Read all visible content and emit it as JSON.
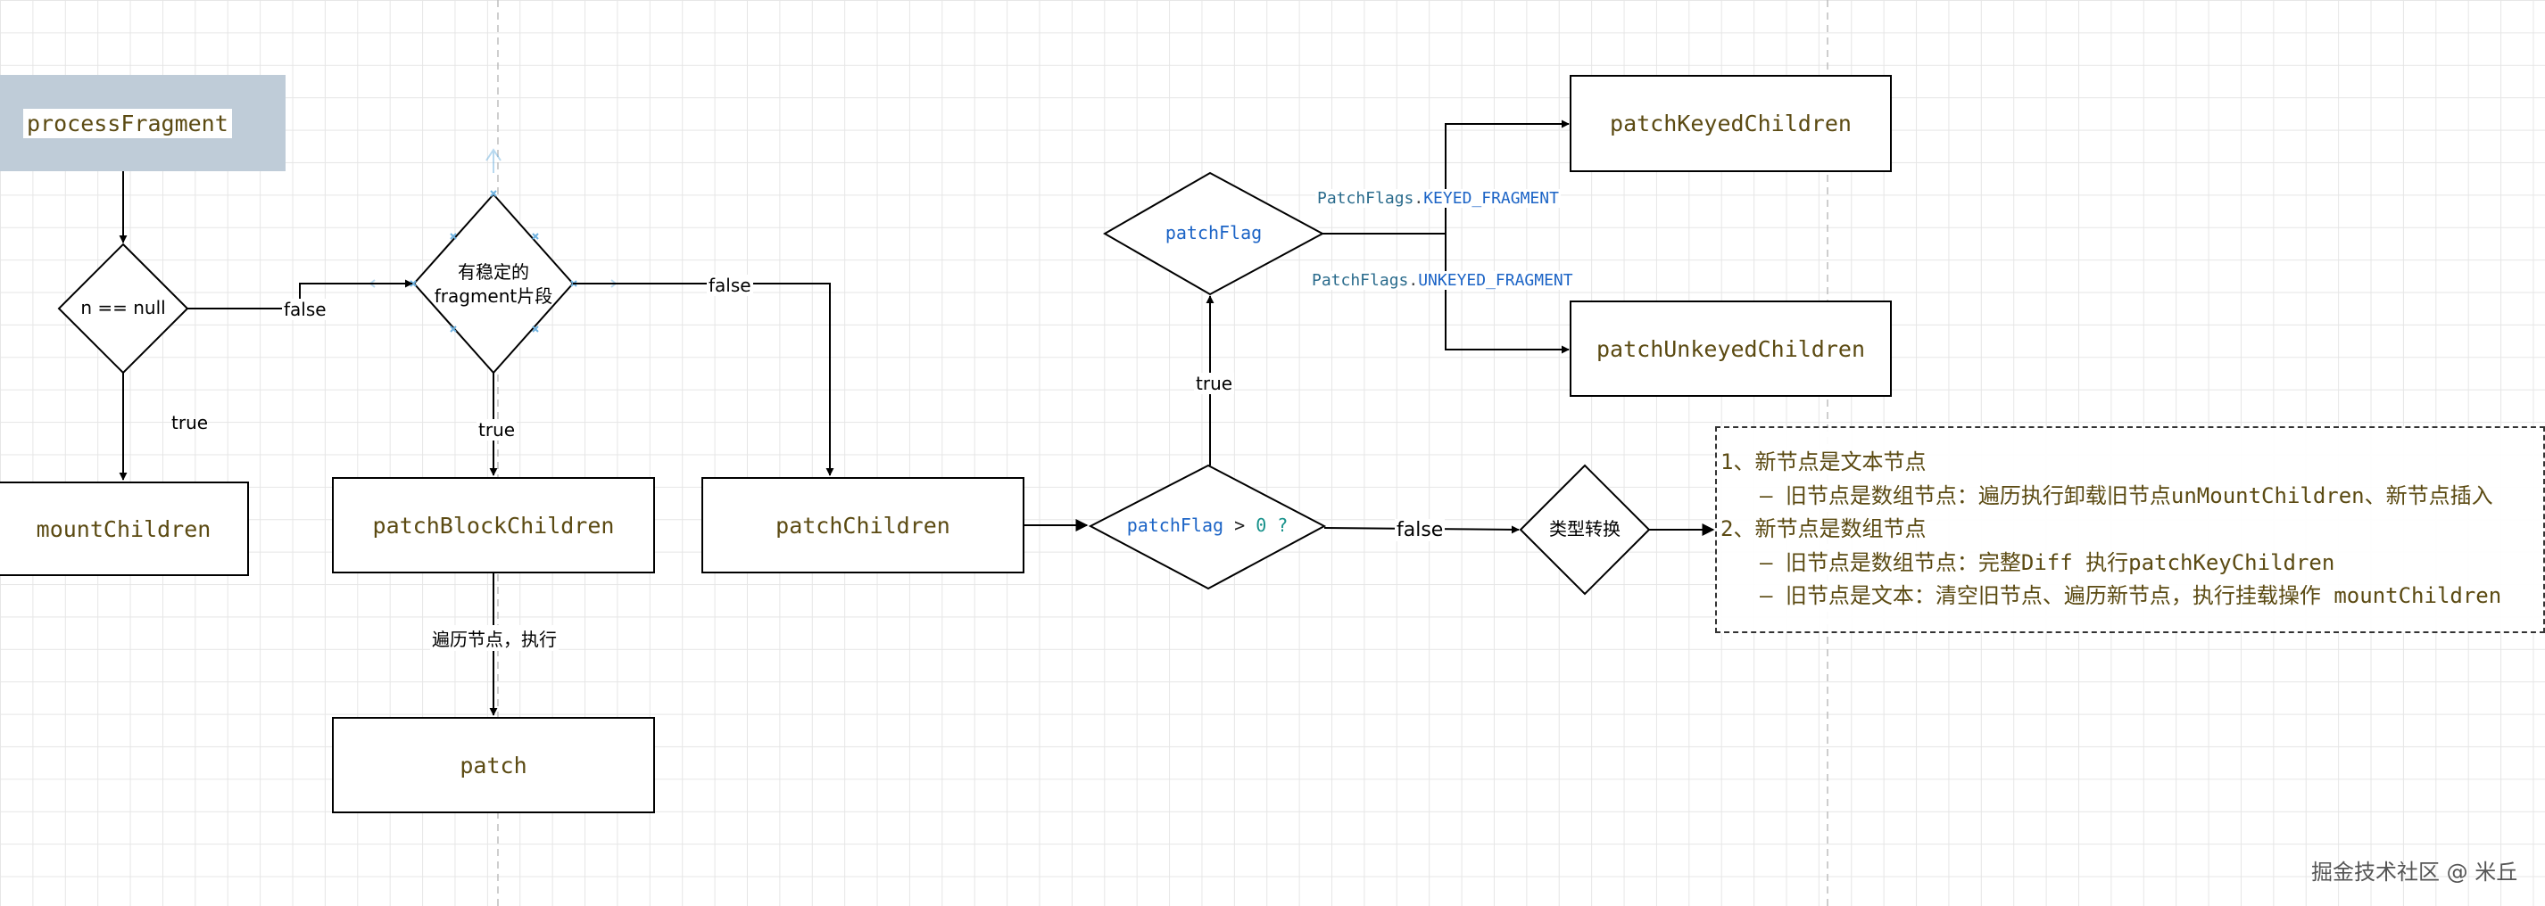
{
  "nodes": {
    "process_fragment": "processFragment",
    "mount_children": "mountChildren",
    "patch_block_children": "patchBlockChildren",
    "patch_children": "patchChildren",
    "patch": "patch",
    "patch_keyed_children": "patchKeyedChildren",
    "patch_unkeyed_children": "patchUnkeyedChildren"
  },
  "decisions": {
    "n_null": "n == null",
    "stable_fragment_line1": "有稳定的",
    "stable_fragment_line2": "fragment片段",
    "patch_flag": "patchFlag",
    "patch_flag_cond_var": "patchFlag",
    "patch_flag_cond_op": " > ",
    "patch_flag_cond_num": "0 ?",
    "type_convert": "类型转换"
  },
  "edge_labels": {
    "false_1": "false",
    "true_1": "true",
    "false_2": "false",
    "true_2": "true",
    "traverse": "遍历节点，执行",
    "true_3": "true",
    "false_3": "false",
    "keyed_prefix": "PatchFlags",
    "keyed_dot": ".",
    "keyed_name": "KEYED_FRAGMENT",
    "unkeyed_prefix": "PatchFlags",
    "unkeyed_dot": ".",
    "unkeyed_name": "UNKEYED_FRAGMENT"
  },
  "note": {
    "line1": "1、新节点是文本节点",
    "line2": "– 旧节点是数组节点：遍历执行卸载旧节点unMountChildren、新节点插入",
    "line3": "2、新节点是数组节点",
    "line4": "– 旧节点是数组节点：完整Diff 执行patchKeyChildren",
    "line5": "– 旧节点是文本：清空旧节点、遍历新节点，执行挂载操作 mountChildren"
  },
  "watermark": "掘金技术社区 @ 米丘",
  "colors": {
    "start_fill": "#bfccd8",
    "node_text": "#5b4a12",
    "code_blue": "#1c64c6",
    "selection_blue": "#6fb2e0"
  }
}
